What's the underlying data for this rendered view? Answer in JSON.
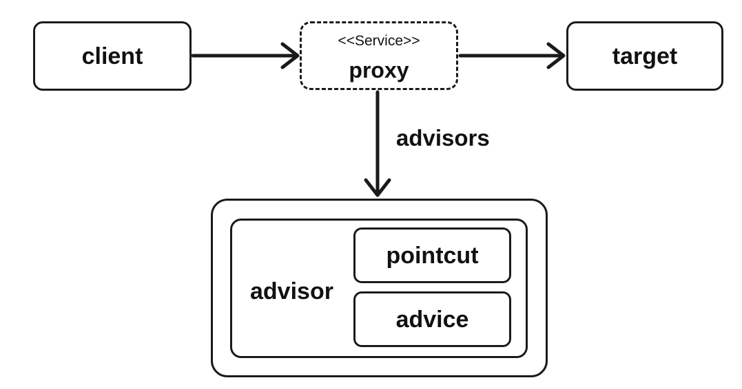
{
  "diagram": {
    "client": {
      "label": "client"
    },
    "proxy": {
      "stereotype": "<<Service>>",
      "label": "proxy"
    },
    "target": {
      "label": "target"
    },
    "edge_proxy_down": {
      "label": "advisors"
    },
    "advisor": {
      "label": "advisor"
    },
    "pointcut": {
      "label": "pointcut"
    },
    "advice": {
      "label": "advice"
    },
    "colors": {
      "stroke": "#1a1a1a",
      "background": "#ffffff"
    }
  }
}
